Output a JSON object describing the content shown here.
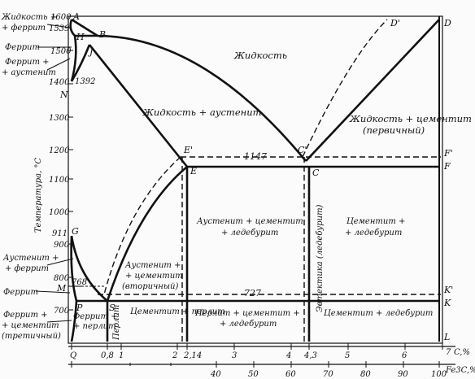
{
  "diagram": {
    "y_axis_title": "Температура, °C",
    "temperature_ticks": [
      "1600",
      "1500",
      "1400",
      "1300",
      "1200",
      "1100",
      "1000",
      "900",
      "800",
      "700"
    ],
    "special_temps": [
      "1539",
      "1392",
      "911",
      "768",
      "1147",
      "727"
    ],
    "carbon_axis": {
      "unit": "C,%",
      "ticks": [
        "Q",
        "0,8",
        "1",
        "2",
        "2,14",
        "3",
        "4",
        "4,3",
        "5",
        "6",
        "7"
      ]
    },
    "fe3c_axis": {
      "unit": "Fe3C,%",
      "ticks": [
        "40",
        "50",
        "60",
        "70",
        "80",
        "90",
        "100"
      ]
    },
    "points": {
      "A": "A",
      "H": "H",
      "B": "B",
      "J": "J",
      "N": "N",
      "G": "G",
      "M": "M",
      "P": "P",
      "S": "S",
      "E": "E",
      "E_prime": "E'",
      "C": "C",
      "C_prime": "C'",
      "D": "D",
      "D_prime": "D'",
      "F": "F",
      "F_prime": "F'",
      "K": "K",
      "K_prime": "K'",
      "L": "L"
    },
    "phase_labels": {
      "liquid": "Жидкость",
      "liquid_austenite": "Жидкость + аустенит",
      "liquid_cementite_1": "Жидкость + цементит",
      "liquid_cementite_2": "(первичный)",
      "austenite_cementite_ledeburite_1": "Аустенит + цементит",
      "austenite_cementite_ledeburite_2": "+ ледебурит",
      "cementite_ledeburite_1": "Цементит +",
      "cementite_ledeburite_2": "+ ледебурит",
      "austenite_secondary_1": "Аустенит +",
      "austenite_secondary_2": "+ цементит",
      "austenite_secondary_3": "(вторичный)",
      "eutectic_vertical": "Эвтектика (ледебурит)",
      "pearlite_vertical": "Перлит",
      "cementite_pearlite": "Цементит + перлит",
      "pearlite_cementite_ledeburite_1": "Перлит + цементит +",
      "pearlite_cementite_ledeburite_2": "+ ледебурит",
      "cementite_ledeburite_low": "Цементит + ледебурит",
      "ferrite_pearlite_1": "Феррит +",
      "ferrite_pearlite_2": "+ перлит"
    },
    "left_labels": {
      "liquid_ferrite_1": "Жидкость +",
      "liquid_ferrite_2": "+ феррит",
      "ferrite_top": "Феррит",
      "ferrite_austenite_1": "Феррит +",
      "ferrite_austenite_2": "+ аустенит",
      "austenite_ferrite_1": "Аустенит +",
      "austenite_ferrite_2": "+ феррит",
      "ferrite_low": "Феррит",
      "ferrite_cementite_1": "Феррит +",
      "ferrite_cementite_2": "+ цементит",
      "ferrite_cementite_3": "(третичный)"
    }
  }
}
